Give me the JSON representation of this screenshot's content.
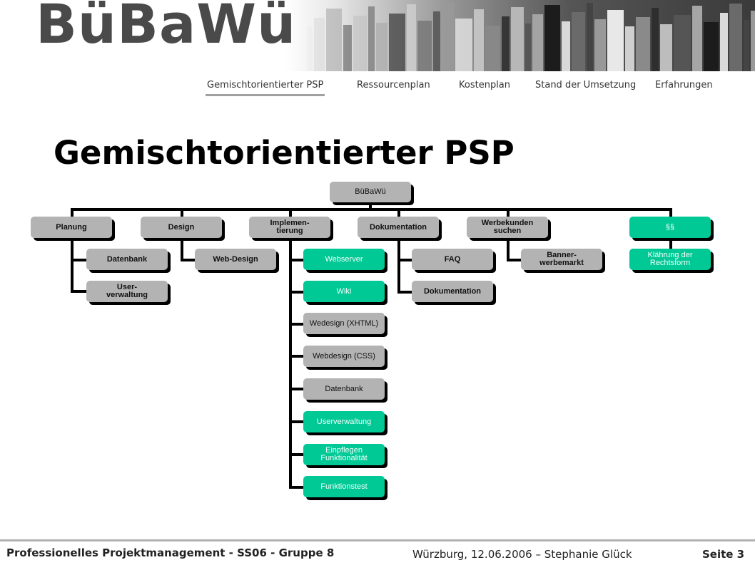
{
  "header": {
    "logo": "BüBaWü",
    "nav": [
      {
        "label": "Gemischtorientierter  PSP",
        "active": true
      },
      {
        "label": "Ressourcenplan"
      },
      {
        "label": "Kostenplan"
      },
      {
        "label": "Stand der Umsetzung"
      },
      {
        "label": "Erfahrungen"
      }
    ]
  },
  "page": {
    "title": "Gemischtorientierter PSP"
  },
  "diagram": {
    "root": "BüBaWü",
    "branches": [
      {
        "label": "Planung",
        "children": [
          "Datenbank",
          "User-\nverwaltung"
        ]
      },
      {
        "label": "Design",
        "children": [
          "Web-Design"
        ]
      },
      {
        "label": "Implemen-\ntierung",
        "children": [
          "Webserver",
          "Wiki",
          "Wedesign (XHTML)",
          "Webdesign (CSS)",
          "Datenbank",
          "Userverwaltung",
          "Einpflegen\nFunktionalität",
          "Funktionstest"
        ]
      },
      {
        "label": "Dokumentation",
        "children": [
          "FAQ",
          "Dokumentation"
        ]
      },
      {
        "label": "Werbekunden\nsuchen",
        "children": [
          "Banner-\nwerbemarkt"
        ]
      },
      {
        "label": "§§",
        "children": [
          "Klährung der\nRechtsform"
        ]
      }
    ],
    "colors": {
      "gray": "#b3b3b3",
      "green": "#00c996",
      "line": "#000000"
    }
  },
  "footer": {
    "left": "Professionelles Projektmanagement - SS06 - Gruppe 8",
    "middle": "Würzburg, 12.06.2006 – Stephanie Glück",
    "right": "Seite 3"
  }
}
